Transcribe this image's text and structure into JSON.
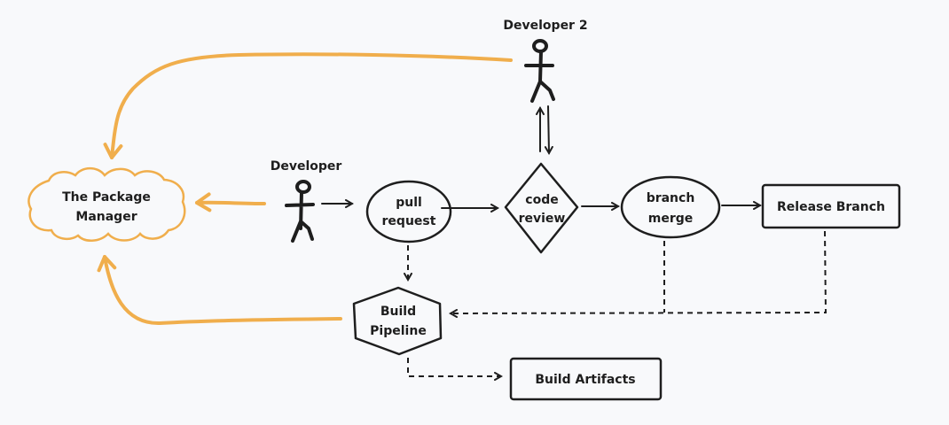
{
  "colors": {
    "background": "#f8f9fb",
    "ink": "#1e1e1e",
    "accent": "#f0ae4c"
  },
  "nodes": {
    "package_manager": {
      "line1": "The Package",
      "line2": "Manager"
    },
    "developer": {
      "label": "Developer"
    },
    "developer2": {
      "label": "Developer 2"
    },
    "pull_request": {
      "line1": "pull",
      "line2": "request"
    },
    "code_review": {
      "line1": "code",
      "line2": "review"
    },
    "branch_merge": {
      "line1": "branch",
      "line2": "merge"
    },
    "release_branch": {
      "label": "Release Branch"
    },
    "build_pipeline": {
      "line1": "Build",
      "line2": "Pipeline"
    },
    "build_artifacts": {
      "label": "Build Artifacts"
    }
  },
  "icons": {
    "actor": "stick-figure-icon"
  }
}
